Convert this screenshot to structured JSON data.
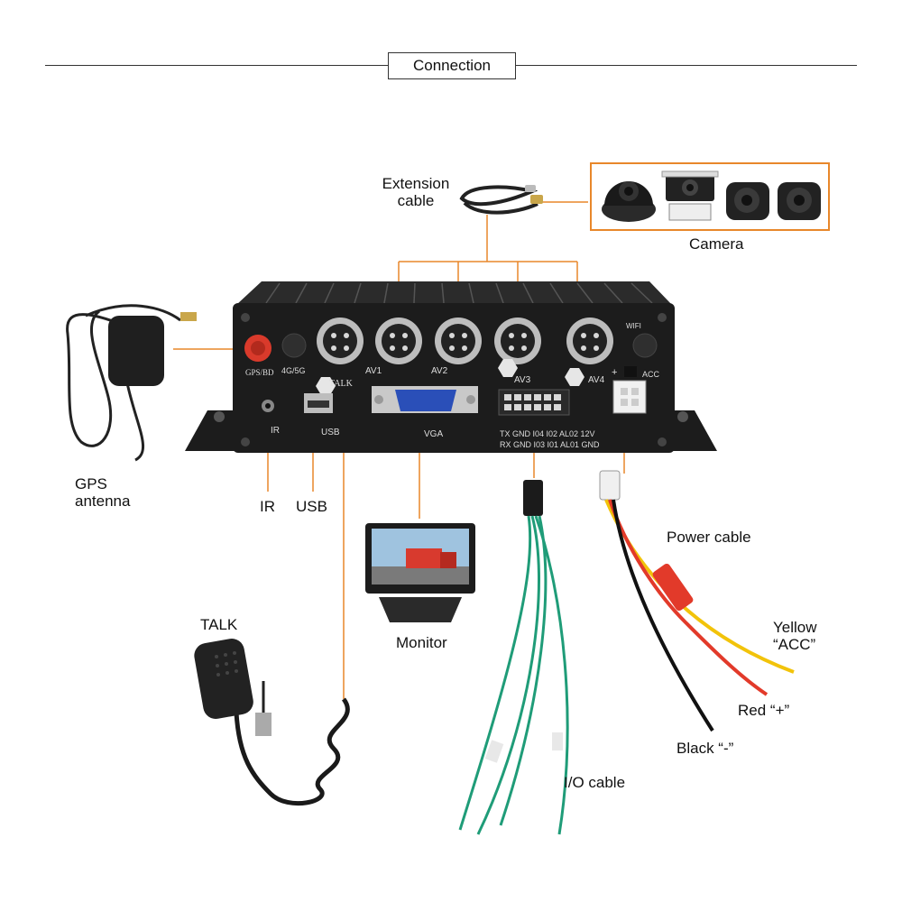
{
  "title": "Connection",
  "device": {
    "ports": {
      "gps": "GPS/BD",
      "net": "4G/5G",
      "av1": "AV1",
      "av2": "AV2",
      "av3": "AV3",
      "av4": "AV4",
      "wifi": "WIFI",
      "talk": "TALK",
      "ir": "IR",
      "usb": "USB",
      "vga": "VGA",
      "acc": "ACC",
      "plus": "+",
      "io_row1": "TX GND I04 I02 AL02 12V",
      "io_row2": "RX GND I03 I01 AL01 GND"
    }
  },
  "callouts": {
    "extension": "Extension\ncable",
    "camera": "Camera",
    "gps": "GPS\nantenna",
    "ir": "IR",
    "usb": "USB",
    "monitor": "Monitor",
    "talk": "TALK",
    "io": "I/O cable",
    "power": "Power cable",
    "yellow": "Yellow\n“ACC”",
    "red": "Red “+”",
    "black": "Black “-”"
  },
  "colors": {
    "accent": "#e8872a",
    "device": "#1c1c1c"
  }
}
